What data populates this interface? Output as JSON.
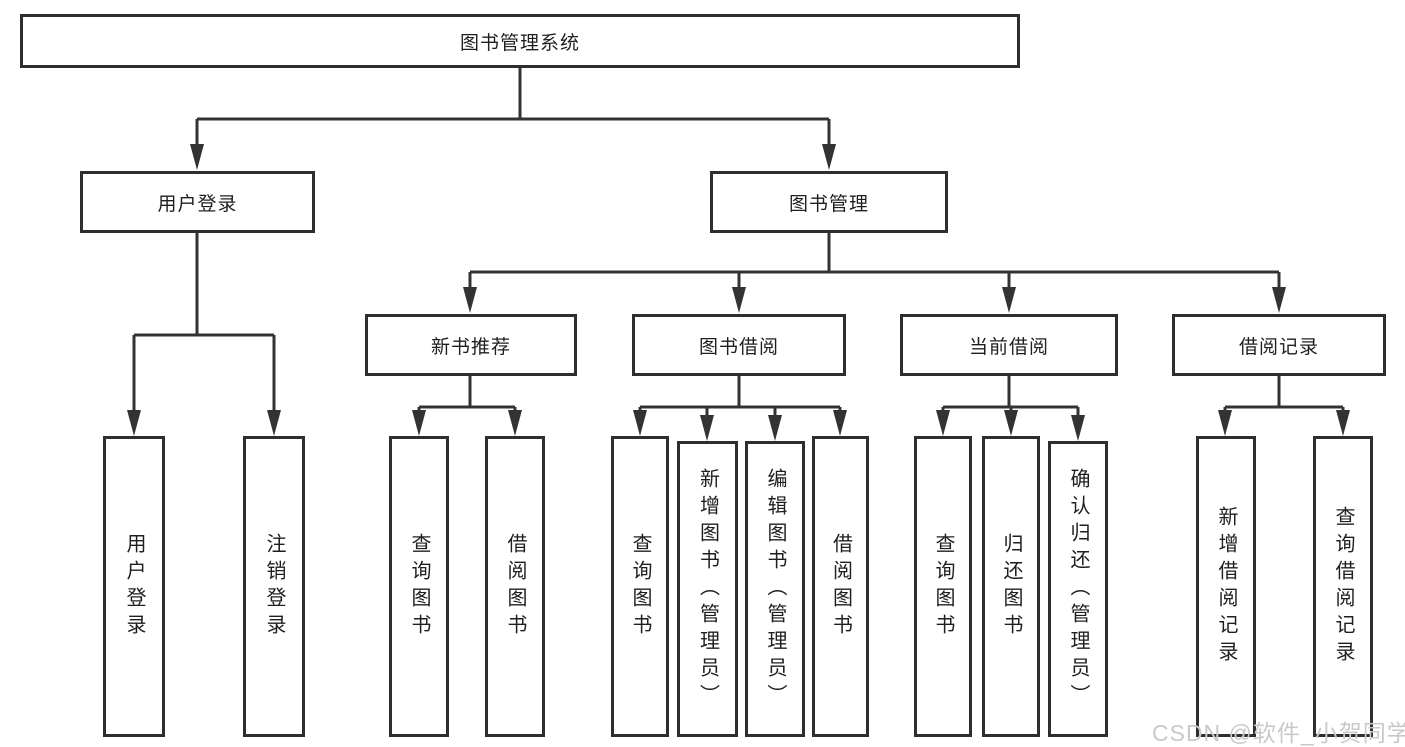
{
  "diagram": {
    "root": {
      "label": "图书管理系统"
    },
    "branches": [
      {
        "label": "用户登录",
        "children": [
          {
            "label": "用户登录"
          },
          {
            "label": "注销登录"
          }
        ]
      },
      {
        "label": "图书管理",
        "children": [
          {
            "label": "新书推荐",
            "children": [
              {
                "label": "查询图书"
              },
              {
                "label": "借阅图书"
              }
            ]
          },
          {
            "label": "图书借阅",
            "children": [
              {
                "label": "查询图书"
              },
              {
                "label": "新增图书（管理员）"
              },
              {
                "label": "编辑图书（管理员）"
              },
              {
                "label": "借阅图书"
              }
            ]
          },
          {
            "label": "当前借阅",
            "children": [
              {
                "label": "查询图书"
              },
              {
                "label": "归还图书"
              },
              {
                "label": "确认归还（管理员）"
              }
            ]
          },
          {
            "label": "借阅记录",
            "children": [
              {
                "label": "新增借阅记录"
              },
              {
                "label": "查询借阅记录"
              }
            ]
          }
        ]
      }
    ]
  },
  "watermark": {
    "text": "CSDN @软件_小贺同学"
  },
  "colors": {
    "line": "#333333",
    "box_border": "#2e2e2e",
    "text": "#1f1f1f",
    "background": "#ffffff",
    "watermark": "#c9c9c9"
  }
}
